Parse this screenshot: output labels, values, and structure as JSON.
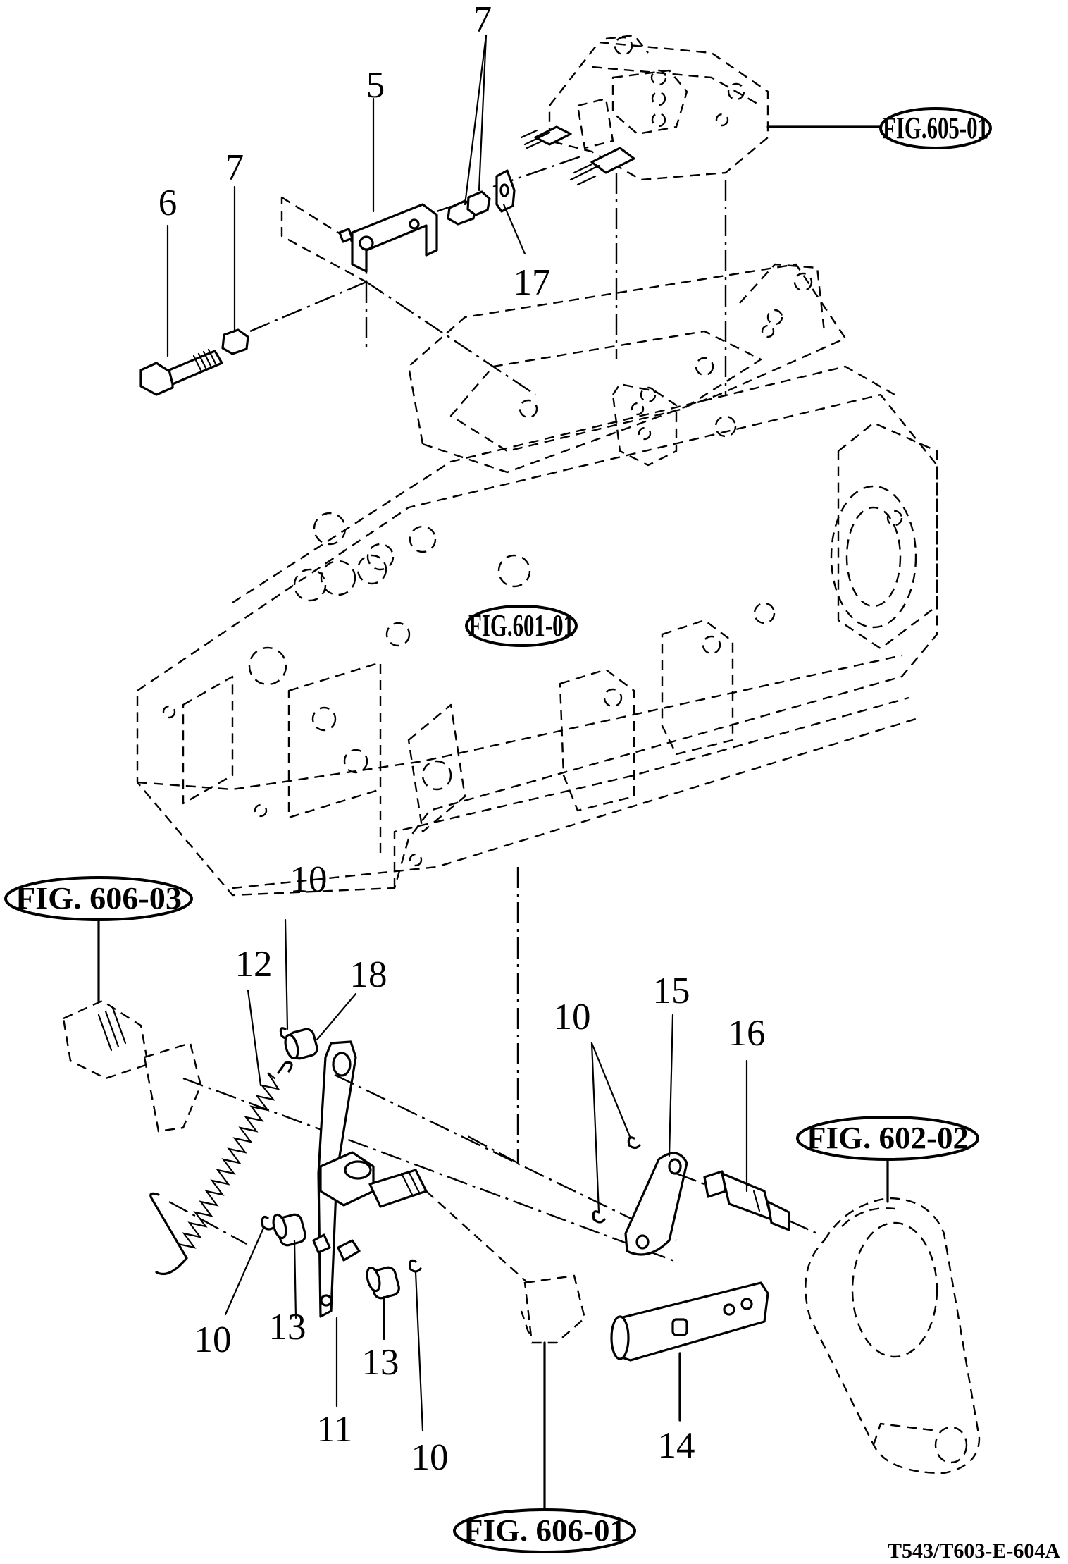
{
  "drawing_code": "T543/T603-E-604A",
  "references": {
    "fig_605_01": "FIG.605-01",
    "fig_601_01": "FIG.601-01",
    "fig_606_03": "FIG. 606-03",
    "fig_602_02": "FIG. 602-02",
    "fig_606_01": "FIG. 606-01"
  },
  "callouts": {
    "c5": "5",
    "c6": "6",
    "c7_upper": "7",
    "c7_left": "7",
    "c17": "17",
    "c10_top": "10",
    "c12": "12",
    "c18": "18",
    "c15": "15",
    "c10_right": "10",
    "c16": "16",
    "c10_bottom_left": "10",
    "c13_left": "13",
    "c13_right": "13",
    "c11": "11",
    "c10_bottom": "10",
    "c14": "14"
  }
}
